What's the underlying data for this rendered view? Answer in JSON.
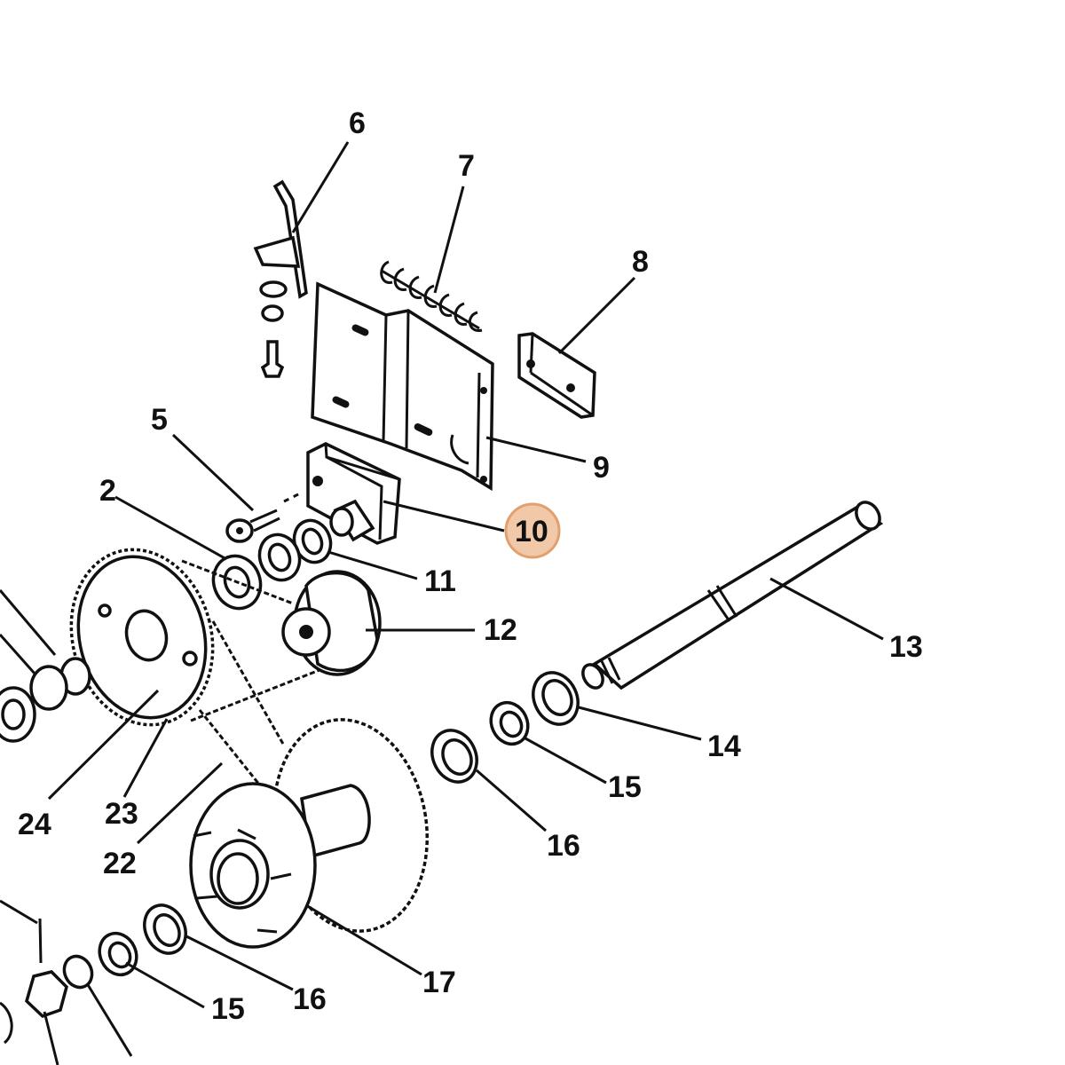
{
  "diagram": {
    "highlight_color": "#f2c9a8",
    "highlight_stroke": "#e2a071",
    "line_color": "#111111",
    "callouts": [
      {
        "id": "c6",
        "label": "6"
      },
      {
        "id": "c7",
        "label": "7"
      },
      {
        "id": "c8",
        "label": "8"
      },
      {
        "id": "c5",
        "label": "5"
      },
      {
        "id": "c9",
        "label": "9"
      },
      {
        "id": "c2",
        "label": "2"
      },
      {
        "id": "c10",
        "label": "10",
        "highlighted": true
      },
      {
        "id": "c11",
        "label": "11"
      },
      {
        "id": "c12",
        "label": "12"
      },
      {
        "id": "c13",
        "label": "13"
      },
      {
        "id": "c14",
        "label": "14"
      },
      {
        "id": "c15a",
        "label": "15"
      },
      {
        "id": "c16a",
        "label": "16"
      },
      {
        "id": "c24",
        "label": "24"
      },
      {
        "id": "c23",
        "label": "23"
      },
      {
        "id": "c22",
        "label": "22"
      },
      {
        "id": "c17",
        "label": "17"
      },
      {
        "id": "c16b",
        "label": "16"
      },
      {
        "id": "c15b",
        "label": "15"
      }
    ]
  }
}
